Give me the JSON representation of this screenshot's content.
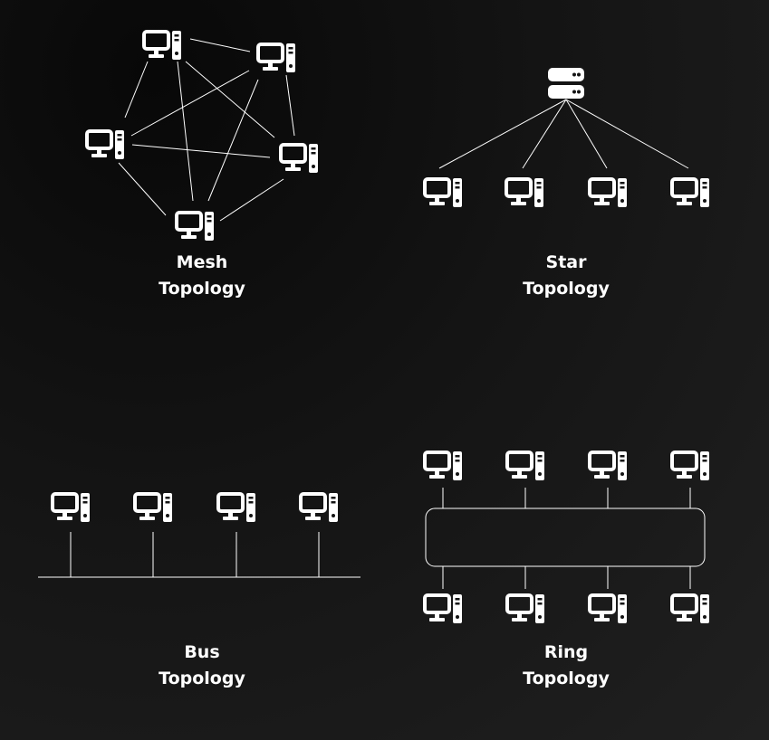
{
  "colors": {
    "background": "#141414",
    "foreground": "#ffffff"
  },
  "icons": {
    "computer": "computer-icon",
    "server": "server-icon"
  },
  "topologies": {
    "mesh": {
      "line1": "Mesh",
      "line2": "Topology"
    },
    "star": {
      "line1": "Star",
      "line2": "Topology"
    },
    "bus": {
      "line1": "Bus",
      "line2": "Topology"
    },
    "ring": {
      "line1": "Ring",
      "line2": "Topology"
    }
  }
}
